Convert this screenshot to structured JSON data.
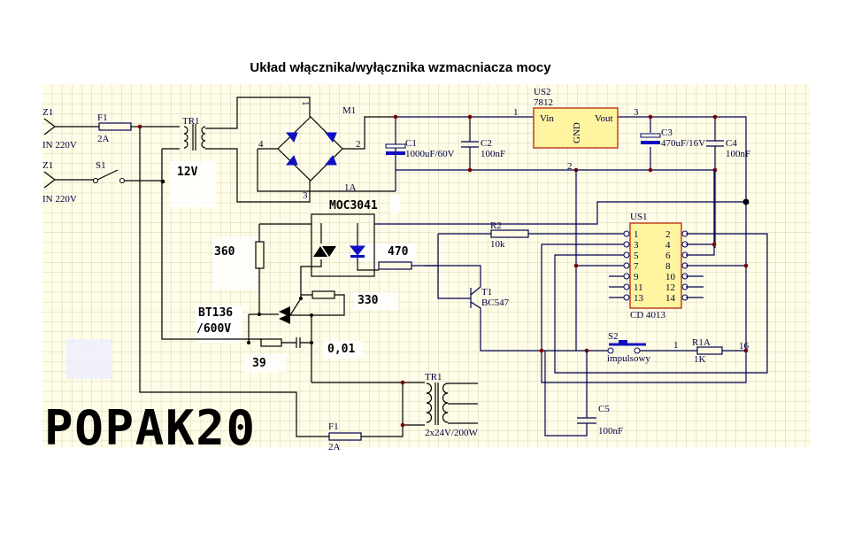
{
  "title": "Układ włącznika/wyłącznika wzmacniacza mocy",
  "logo": "POPAK20",
  "inputs": [
    {
      "ref": "Z1",
      "label": "IN 220V"
    },
    {
      "ref": "Z1",
      "label": "IN 220V"
    }
  ],
  "fuse_top": {
    "ref": "F1",
    "value": "2A"
  },
  "switch": {
    "ref": "S1"
  },
  "transformer_small": {
    "ref": "TR1",
    "voltage": "12V"
  },
  "bridge": {
    "ref": "M1",
    "pins": [
      "1",
      "2",
      "3",
      "4"
    ],
    "rating": "1A"
  },
  "c1": {
    "ref": "C1",
    "value": "1000uF/60V"
  },
  "c2": {
    "ref": "C2",
    "value": "100nF"
  },
  "regulator": {
    "ref": "US2",
    "part": "7812",
    "vin": "Vin",
    "vout": "Vout",
    "gnd": "GND",
    "pin_in": "1",
    "pin_out": "3",
    "pin_gnd": "2"
  },
  "c3": {
    "ref": "C3",
    "value": "470uF/16V"
  },
  "c4": {
    "ref": "C4",
    "value": "100nF"
  },
  "optocoupler": {
    "part": "MOC3041"
  },
  "r_360": "360",
  "r_470": "470",
  "r_330": "330",
  "r_39": "39",
  "c_snubber": "0,01",
  "triac": {
    "part": "BT136",
    "rating": "/600V"
  },
  "r2": {
    "ref": "R2",
    "value": "10k"
  },
  "t1": {
    "ref": "T1",
    "part": "BC547"
  },
  "ic": {
    "ref": "US1",
    "part": "CD 4013",
    "left_pins": [
      "1",
      "3",
      "5",
      "7",
      "9",
      "11",
      "13"
    ],
    "right_pins": [
      "2",
      "4",
      "6",
      "8",
      "10",
      "12",
      "14"
    ]
  },
  "s2": {
    "ref": "S2",
    "label": "impulsowy",
    "pin": "1"
  },
  "r1a": {
    "ref": "R1A",
    "value": "1K",
    "pin": "16"
  },
  "c5": {
    "ref": "C5",
    "value": "100nF"
  },
  "transformer_main": {
    "ref": "TR1",
    "rating": "2x24V/200W"
  },
  "fuse_bottom": {
    "ref": "F1",
    "value": "2A"
  },
  "colors": {
    "grid_bg": "#fffde8",
    "grid_line": "#d2d2b4",
    "wire": "#000050",
    "junction": "#7a0000",
    "ic_fill": "#fff5a0",
    "led": "#1010c0"
  }
}
